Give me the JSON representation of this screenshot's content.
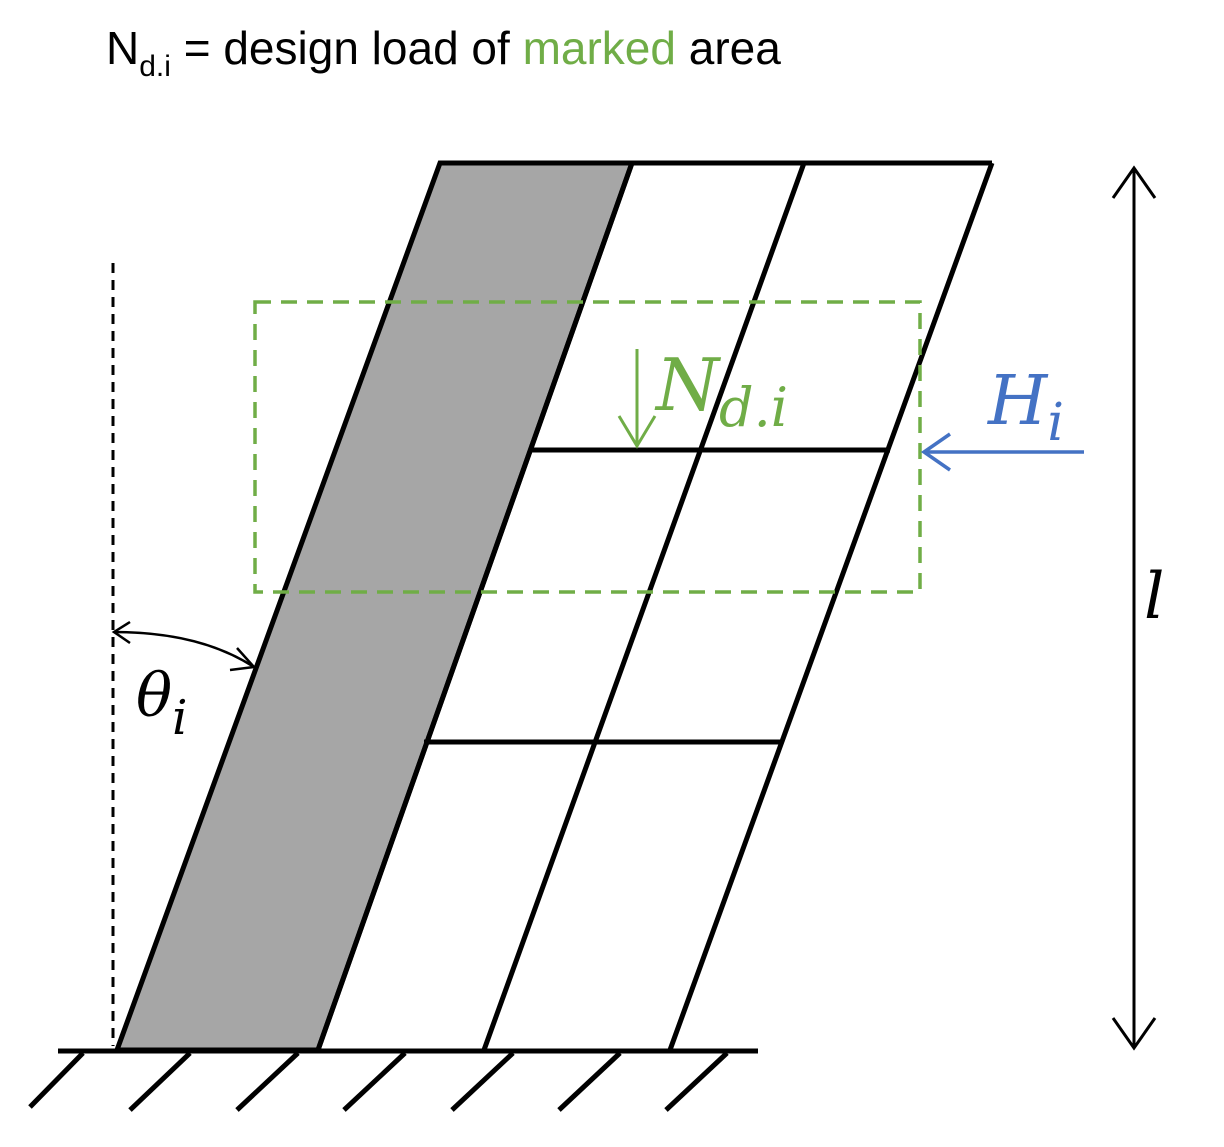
{
  "title": {
    "symbol_main": "N",
    "symbol_sub": "d.i",
    "text_before": " = design load of ",
    "highlight": "marked",
    "text_after": " area",
    "highlight_color": "#70ad47"
  },
  "labels": {
    "theta_main": "θ",
    "theta_sub": "i",
    "ndi_main": "N",
    "ndi_sub": "d.i",
    "hi_main": "H",
    "hi_sub": "i",
    "height": "l"
  },
  "colors": {
    "line": "#000000",
    "shaded_column": "#a6a6a6",
    "marked_area": "#70ad47",
    "horizontal_load": "#4472c4"
  },
  "icons": {
    "support": "fixed-support-hatch",
    "load_arrow": "arrow",
    "dimension": "double-arrow"
  }
}
